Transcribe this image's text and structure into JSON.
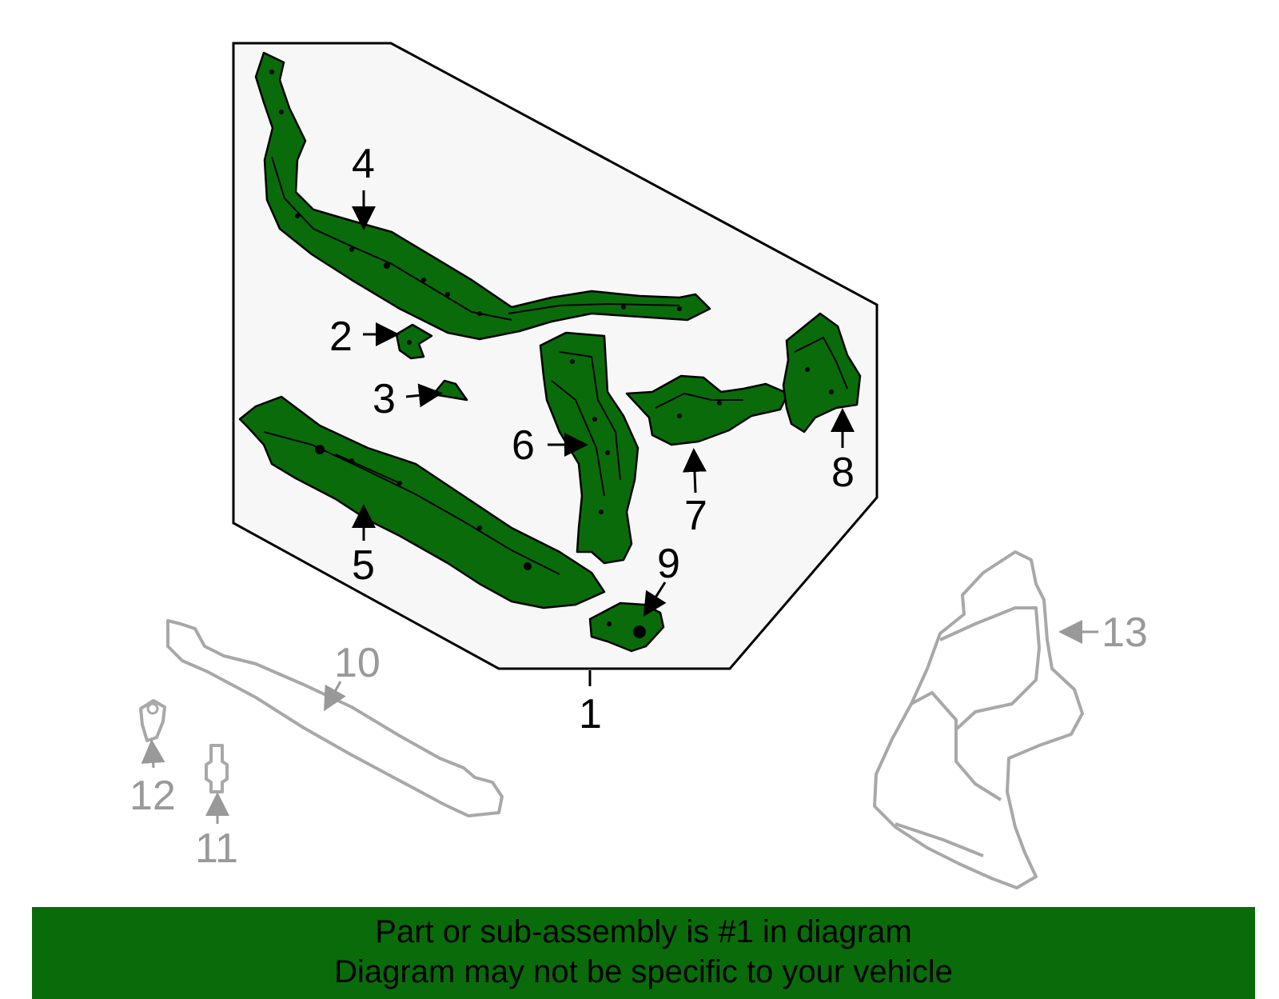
{
  "diagram": {
    "callouts": [
      {
        "number": "1",
        "style": "primary"
      },
      {
        "number": "2",
        "style": "primary"
      },
      {
        "number": "3",
        "style": "primary"
      },
      {
        "number": "4",
        "style": "primary"
      },
      {
        "number": "5",
        "style": "primary"
      },
      {
        "number": "6",
        "style": "primary"
      },
      {
        "number": "7",
        "style": "primary"
      },
      {
        "number": "8",
        "style": "primary"
      },
      {
        "number": "9",
        "style": "primary"
      },
      {
        "number": "10",
        "style": "secondary"
      },
      {
        "number": "11",
        "style": "secondary"
      },
      {
        "number": "12",
        "style": "secondary"
      },
      {
        "number": "13",
        "style": "secondary"
      }
    ],
    "colors": {
      "highlight_part": "#0a6b0a",
      "other_part": "#a8a8a8",
      "assembly_panel": "#f7f7f7",
      "outline": "#000000"
    }
  },
  "footer": {
    "line1": "Part or sub-assembly is #1 in diagram",
    "line2": "Diagram may not be specific to your vehicle",
    "background": "#0a6b0a"
  }
}
